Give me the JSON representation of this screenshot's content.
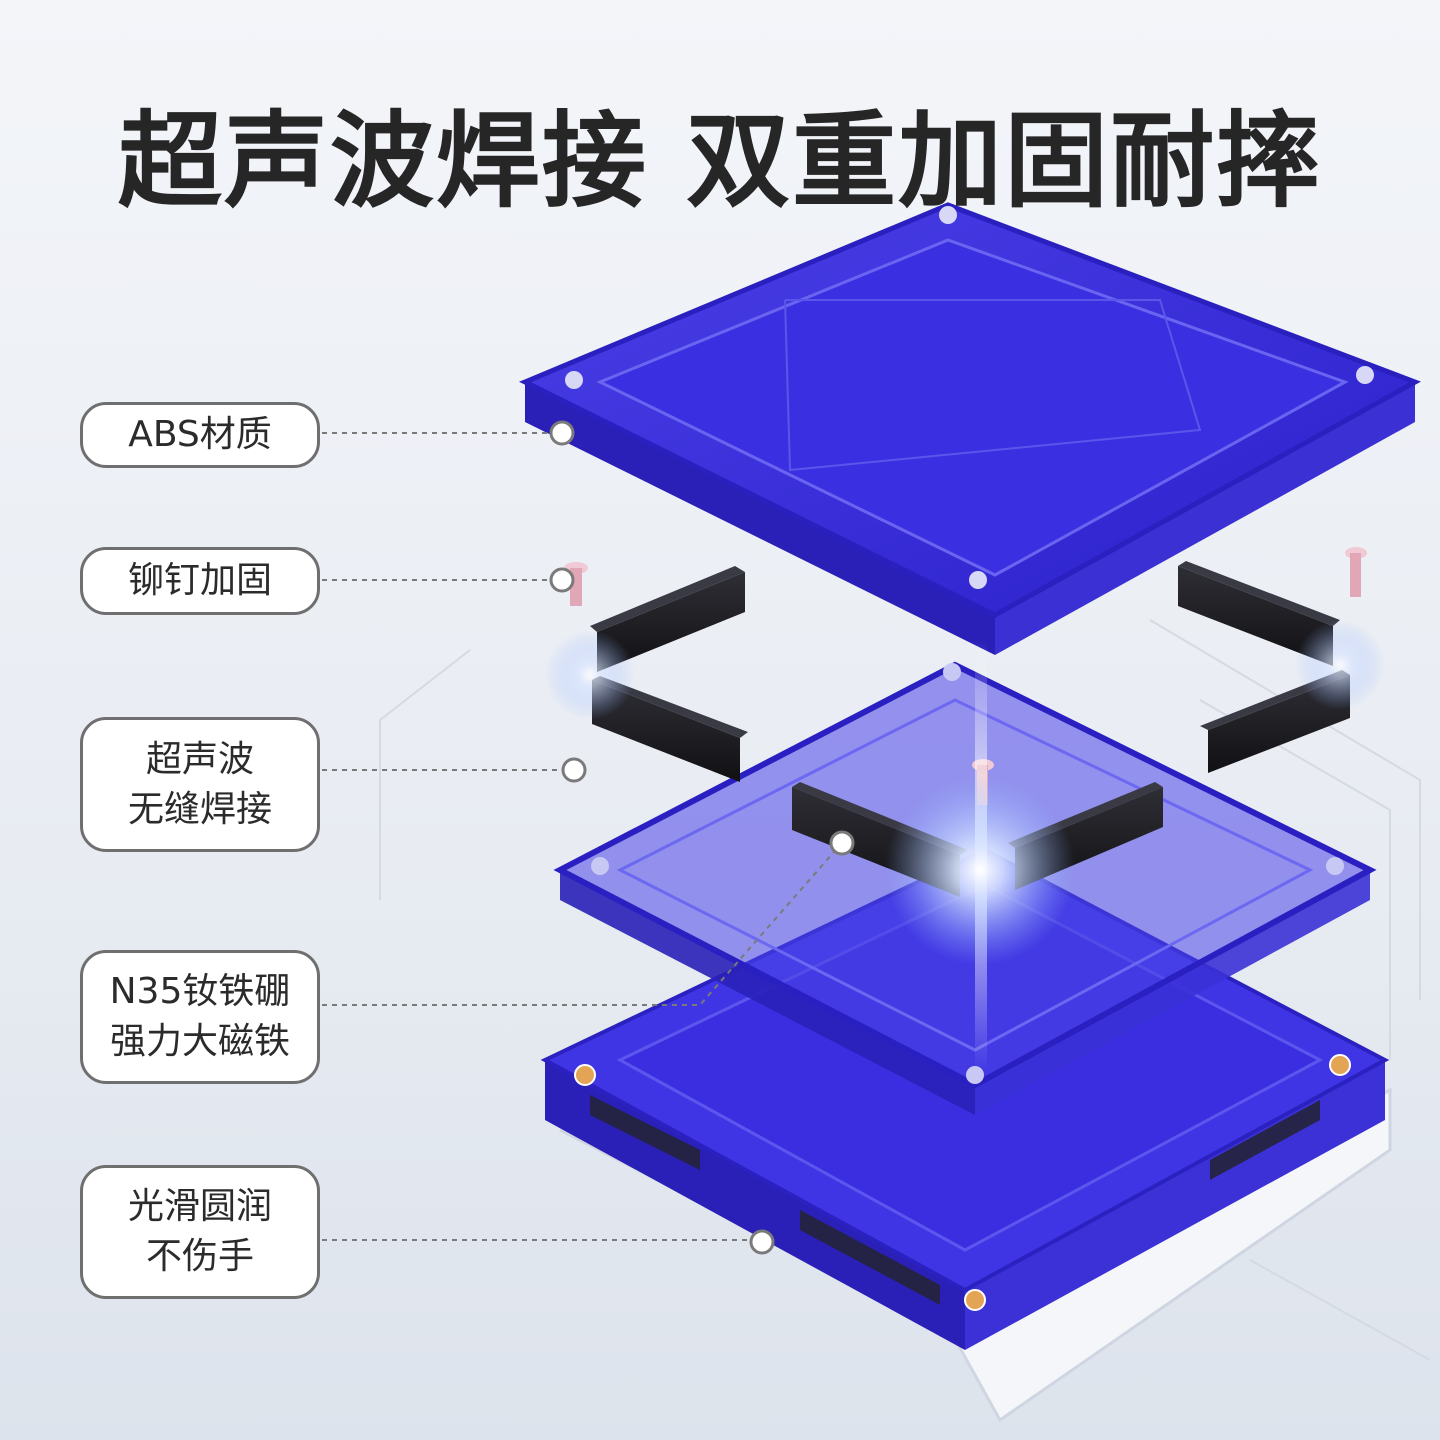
{
  "headline": "超声波焊接 双重加固耐摔",
  "callouts": [
    {
      "id": "abs",
      "lines": [
        "ABS材质"
      ]
    },
    {
      "id": "rivet",
      "lines": [
        "铆钉加固"
      ]
    },
    {
      "id": "ultrasonic",
      "lines": [
        "超声波",
        "无缝焊接"
      ]
    },
    {
      "id": "magnet",
      "lines": [
        "N35钕铁硼",
        "强力大磁铁"
      ]
    },
    {
      "id": "smooth",
      "lines": [
        "光滑圆润",
        "不伤手"
      ]
    }
  ],
  "colors": {
    "tile_blue": "#3426d8",
    "tile_blue_light": "#5a55f0",
    "magnet_black": "#1c1c22",
    "rivet_pink": "#e7b7c6",
    "leader_line": "#7a7a7a"
  }
}
